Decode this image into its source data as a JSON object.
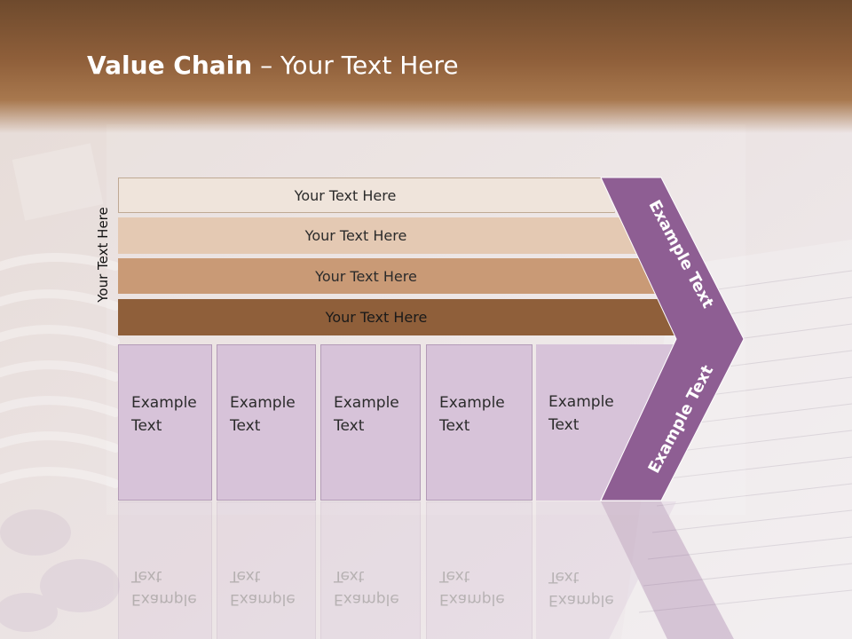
{
  "slide": {
    "title_bold": "Value Chain",
    "title_rest": " – Your Text Here",
    "side_label": "Your Text Here",
    "bars": [
      {
        "label": "Your Text Here",
        "color": "#efe4db"
      },
      {
        "label": "Your Text Here",
        "color": "#e4c9b3"
      },
      {
        "label": "Your Text Here",
        "color": "#c99a76"
      },
      {
        "label": "Your Text Here",
        "color": "#8f5f3a"
      }
    ],
    "boxes": [
      {
        "line1": "Example",
        "line2": "Text"
      },
      {
        "line1": "Example",
        "line2": "Text"
      },
      {
        "line1": "Example",
        "line2": "Text"
      },
      {
        "line1": "Example",
        "line2": "Text"
      },
      {
        "line1": "Example",
        "line2": "Text"
      }
    ],
    "chevron": {
      "upper_text": "Example Text",
      "lower_text": "Example Text",
      "color": "#8e5e93"
    }
  }
}
